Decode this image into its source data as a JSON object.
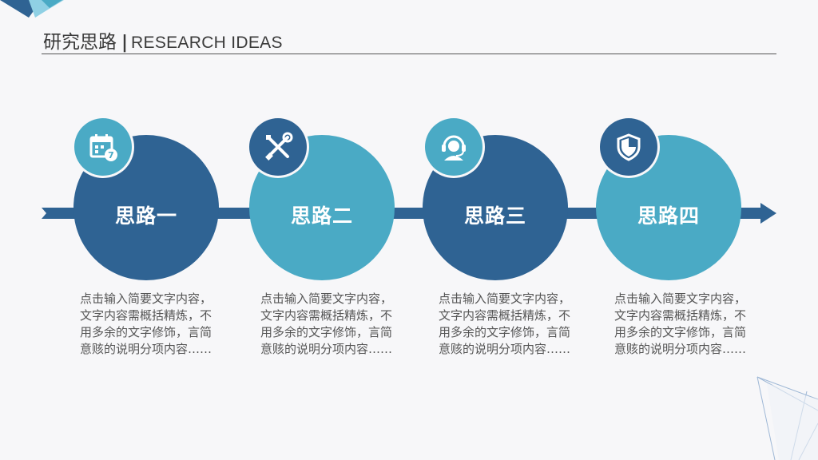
{
  "header": {
    "title_zh": "研究思路",
    "separator": "|",
    "title_en": "RESEARCH IDEAS"
  },
  "colors": {
    "dark_blue": "#2f6393",
    "light_blue": "#4aaac5",
    "arrow": "#2f6393",
    "text": "#555555"
  },
  "steps": [
    {
      "title": "思路一",
      "icon": "calendar-icon",
      "color": "dark",
      "desc": "点击输入简要文字内容，文字内容需概括精炼，不用多余的文字修饰，言简意赅的说明分项内容……"
    },
    {
      "title": "思路二",
      "icon": "tools-icon",
      "color": "light",
      "desc": "点击输入简要文字内容，文字内容需概括精炼，不用多余的文字修饰，言简意赅的说明分项内容……"
    },
    {
      "title": "思路三",
      "icon": "headset-support-icon",
      "color": "dark",
      "desc": "点击输入简要文字内容，文字内容需概括精炼，不用多余的文字修饰，言简意赅的说明分项内容……"
    },
    {
      "title": "思路四",
      "icon": "shield-icon",
      "color": "light",
      "desc": "点击输入简要文字内容，文字内容需概括精炼，不用多余的文字修饰，言简意赅的说明分项内容……"
    }
  ]
}
